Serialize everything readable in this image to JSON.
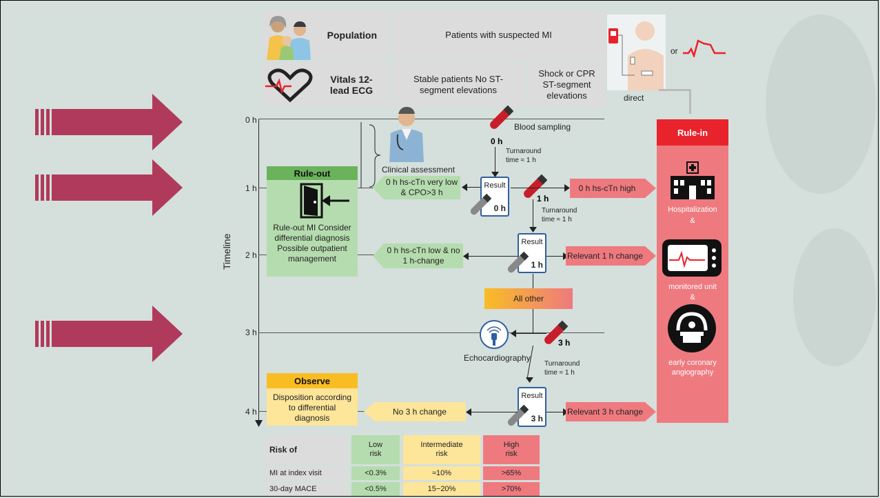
{
  "header": {
    "population_label": "Population",
    "population_text": "Patients with suspected MI",
    "vitals_label": "Vitals 12-lead ECG",
    "stable_text": "Stable patients No ST-segment elevations",
    "shock_text": "Shock or CPR ST-segment elevations",
    "or_text": "or",
    "direct_text": "direct"
  },
  "timeline": {
    "axis_label": "Timeline",
    "ticks": [
      "0 h",
      "1 h",
      "2 h",
      "3 h",
      "4 h"
    ]
  },
  "flow": {
    "blood_sampling": "Blood sampling",
    "t0": "0 h",
    "t1": "1 h",
    "t3": "3 h",
    "turnaround": "Turnaround time ≈ 1 h",
    "clinical_assessment": "Clinical assessment",
    "result_label": "Result",
    "result_0": "0 h",
    "result_1": "1 h",
    "result_3": "3 h",
    "very_low": "0 h hs-cTn very low & CPO>3 h",
    "low_no_change": "0 h hs-cTn low & no 1 h-change",
    "high": "0 h hs-cTn high",
    "relevant_1h": "Relevant 1 h change",
    "all_other": "All other",
    "echo": "Echocardiography",
    "no_3h_change": "No 3 h change",
    "relevant_3h": "Relevant 3 h change"
  },
  "rule_out": {
    "title": "Rule-out",
    "text": "Rule-out MI Consider differential diagnosis Possible outpatient management"
  },
  "observe": {
    "title": "Observe",
    "text": "Disposition according to differential diagnosis"
  },
  "rule_in": {
    "title": "Rule-in",
    "hospitalization": "Hospitalization",
    "amp1": "&",
    "monitored": "monitored unit",
    "amp2": "&",
    "angiography": "early coronary angiography"
  },
  "risk_table": {
    "header": "Risk of",
    "columns": [
      "Low risk",
      "Intermediate risk",
      "High risk"
    ],
    "rows": [
      {
        "label": "MI at index visit",
        "values": [
          "<0.3%",
          "≈10%",
          ">65%"
        ]
      },
      {
        "label": "30-day MACE",
        "values": [
          "<0.5%",
          "15−20%",
          ">70%"
        ]
      }
    ]
  },
  "colors": {
    "arrow": "#b03a5b",
    "green": "#b5dcae",
    "green_dark": "#6bb25c",
    "yellow": "#fde59a",
    "yellow_dark": "#f9bd24",
    "red": "#ee7a7f",
    "red_dark": "#e8232b"
  }
}
